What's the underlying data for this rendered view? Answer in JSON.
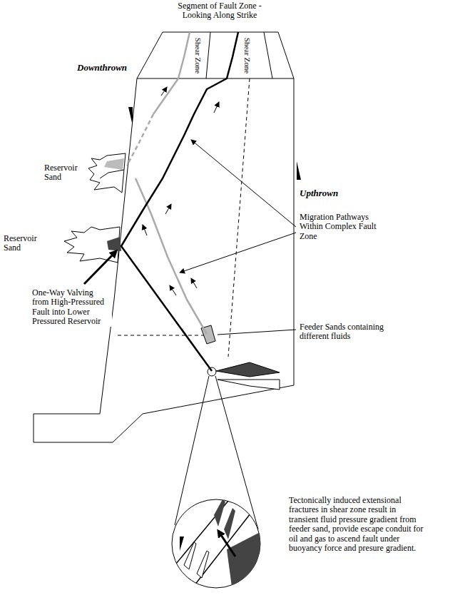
{
  "diagram": {
    "labels": [
      "Segment of Fault Zone - Looking Along Strike",
      "Shear Zone",
      "Shear Zone",
      "Downthrown",
      "Upthrown",
      "Reservoir Sand",
      "Reservoir Sand",
      "Migration Pathways Within Complex Fault Zone",
      "One-Way Valving from High-Pressured Fault into Lower Pressured Reservoir",
      "Feeder Sands containing different fluids",
      "Tectonically induced extensional fractures in shear zone result in transient fluid pressure gradient from feeder sand, provide escape conduit for oil and gas to ascend fault under buoyancy force and presure gradient."
    ]
  }
}
